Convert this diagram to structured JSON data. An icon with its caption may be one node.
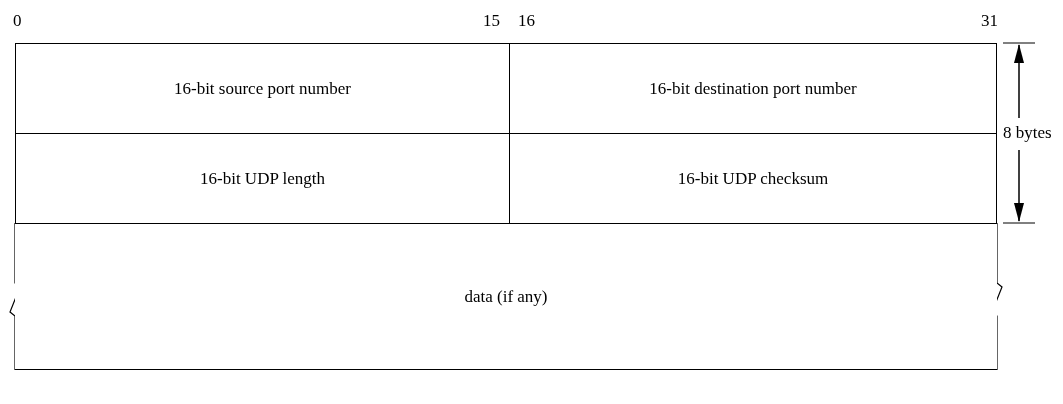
{
  "diagram": {
    "nodes": [
      {
        "text": [
          "16-bit source port number"
        ]
      },
      {
        "text": [
          "16-bit destination port number"
        ]
      },
      {
        "text": [
          "16-bit UDP length"
        ]
      },
      {
        "text": [
          "16-bit UDP checksum"
        ]
      },
      {
        "text": [
          "data (if any)"
        ]
      }
    ],
    "labels": [
      "0",
      "15",
      "16",
      "31",
      "8 bytes"
    ]
  }
}
